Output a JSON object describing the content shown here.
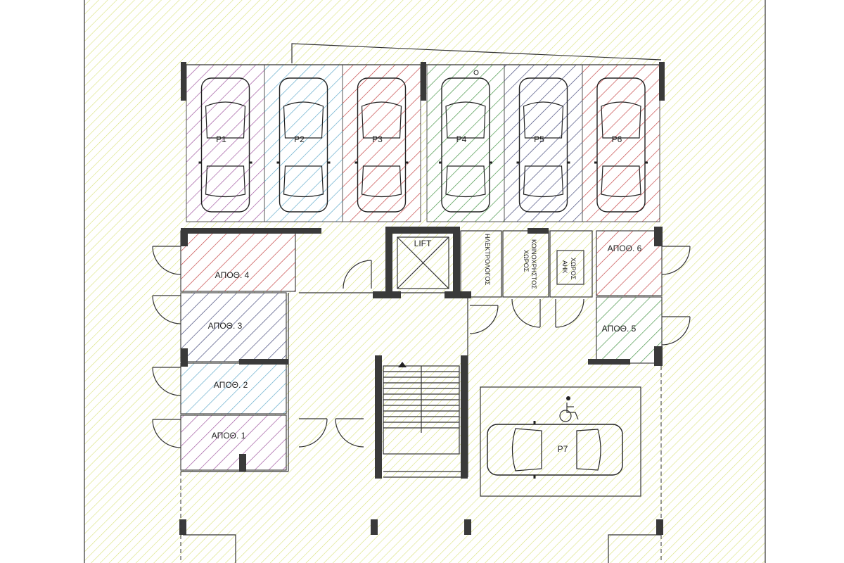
{
  "colors": {
    "site_hatch": "#d9e27a",
    "purple": "#9b4d9b",
    "blue": "#5aa7c9",
    "red": "#c23a3a",
    "green": "#3c8f3c",
    "navy": "#3a3f73",
    "wall": "#3a3a3a"
  },
  "parking": [
    {
      "id": "P1",
      "color": "purple"
    },
    {
      "id": "P2",
      "color": "blue"
    },
    {
      "id": "P3",
      "color": "red"
    },
    {
      "id": "P4",
      "color": "green"
    },
    {
      "id": "P5",
      "color": "navy"
    },
    {
      "id": "P6",
      "color": "red"
    }
  ],
  "accessible_parking": {
    "id": "P7",
    "icon": "wheelchair-icon"
  },
  "storage_rooms": [
    {
      "label": "ΑΠΟΘ. 4",
      "color": "red"
    },
    {
      "label": "ΑΠΟΘ. 3",
      "color": "navy"
    },
    {
      "label": "ΑΠΟΘ. 2",
      "color": "blue"
    },
    {
      "label": "ΑΠΟΘ. 1",
      "color": "purple"
    },
    {
      "label": "ΑΠΟΘ. 6",
      "color": "red"
    },
    {
      "label": "ΑΠΟΘ. 5",
      "color": "green"
    }
  ],
  "service_rooms": {
    "lift": "LIFT",
    "electrical": "ΗΛΕΚΤΡΟΛΟΓΟΣ",
    "common_line1": "ΚΟΙΝΟΧΡΗΣΤΟΣ",
    "common_line2": "ΧΩΡΟΣ",
    "fire_line1": "ΧΩΡΟΣ",
    "fire_line2": "ΑΗΚ"
  }
}
